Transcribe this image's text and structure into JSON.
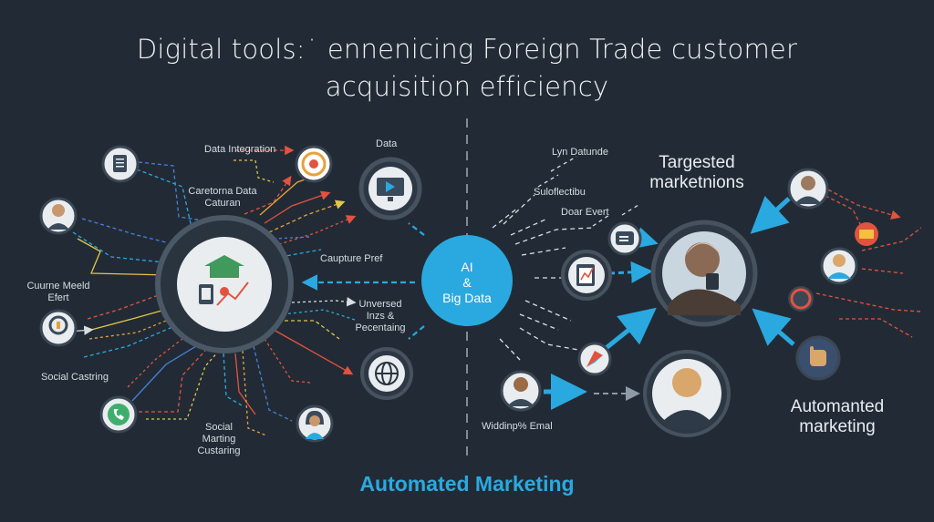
{
  "title": {
    "line1": "Digital tools:˙ ennenicing Foreign Trade customer",
    "line2": "acquisition efficiency"
  },
  "hub": {
    "line1": "AI",
    "line2": "&",
    "line3": "Big Data"
  },
  "left_labels": {
    "data_integration": "Data Integration",
    "customer_data_1": "Caretorna Data",
    "customer_data_2": "Caturan",
    "data_top": "Data",
    "capture_pref": "Caupture Pref",
    "customer_meeting_1": "Cuurne Meeld",
    "customer_meeting_2": "Efert",
    "unversed_1": "Unversed",
    "unversed_2": "Inzs &",
    "unversed_3": "Pecentaing",
    "social_casting": "Social Castring",
    "social_1": "Social",
    "social_2": "Marting",
    "social_3": "Custaring"
  },
  "right_labels": {
    "lyn_datunde": "Lyn Datunde",
    "suloflectibu": "Suloflectibu",
    "doar_evert": "Doar Evert",
    "targeted_1": "Targested",
    "targeted_2": "marketnions",
    "automated_1": "Automanted",
    "automated_2": "marketing",
    "webinar_email": "Widdinp% Emal"
  },
  "footer": "Automated Marketing",
  "icons": {
    "document": "document-icon",
    "target": "target-icon",
    "monitor": "monitor-icon",
    "person_left": "person-icon",
    "hub_left": "house-chart-icon",
    "badge": "badge-icon",
    "phone": "phone-icon",
    "globe": "globe-icon",
    "woman": "woman-avatar-icon",
    "ai_hub": "ai-big-data-hub",
    "man_small": "man-avatar-icon",
    "clipboard": "clipboard-chart-icon",
    "chat": "chat-icon",
    "compass": "compass-icon",
    "customer_big": "customer-photo",
    "person_big": "person-avatar-icon",
    "man_right": "man-avatar-icon",
    "folder": "folder-icon",
    "doctor": "doctor-avatar-icon",
    "megaphone": "megaphone-icon",
    "hand": "hand-icon"
  },
  "colors": {
    "background": "#222b35",
    "accent_blue": "#2aa9e0",
    "accent_red": "#e2533f",
    "accent_orange": "#e8a23a",
    "accent_yellow": "#e0c64b",
    "accent_green": "#3fae6c"
  }
}
